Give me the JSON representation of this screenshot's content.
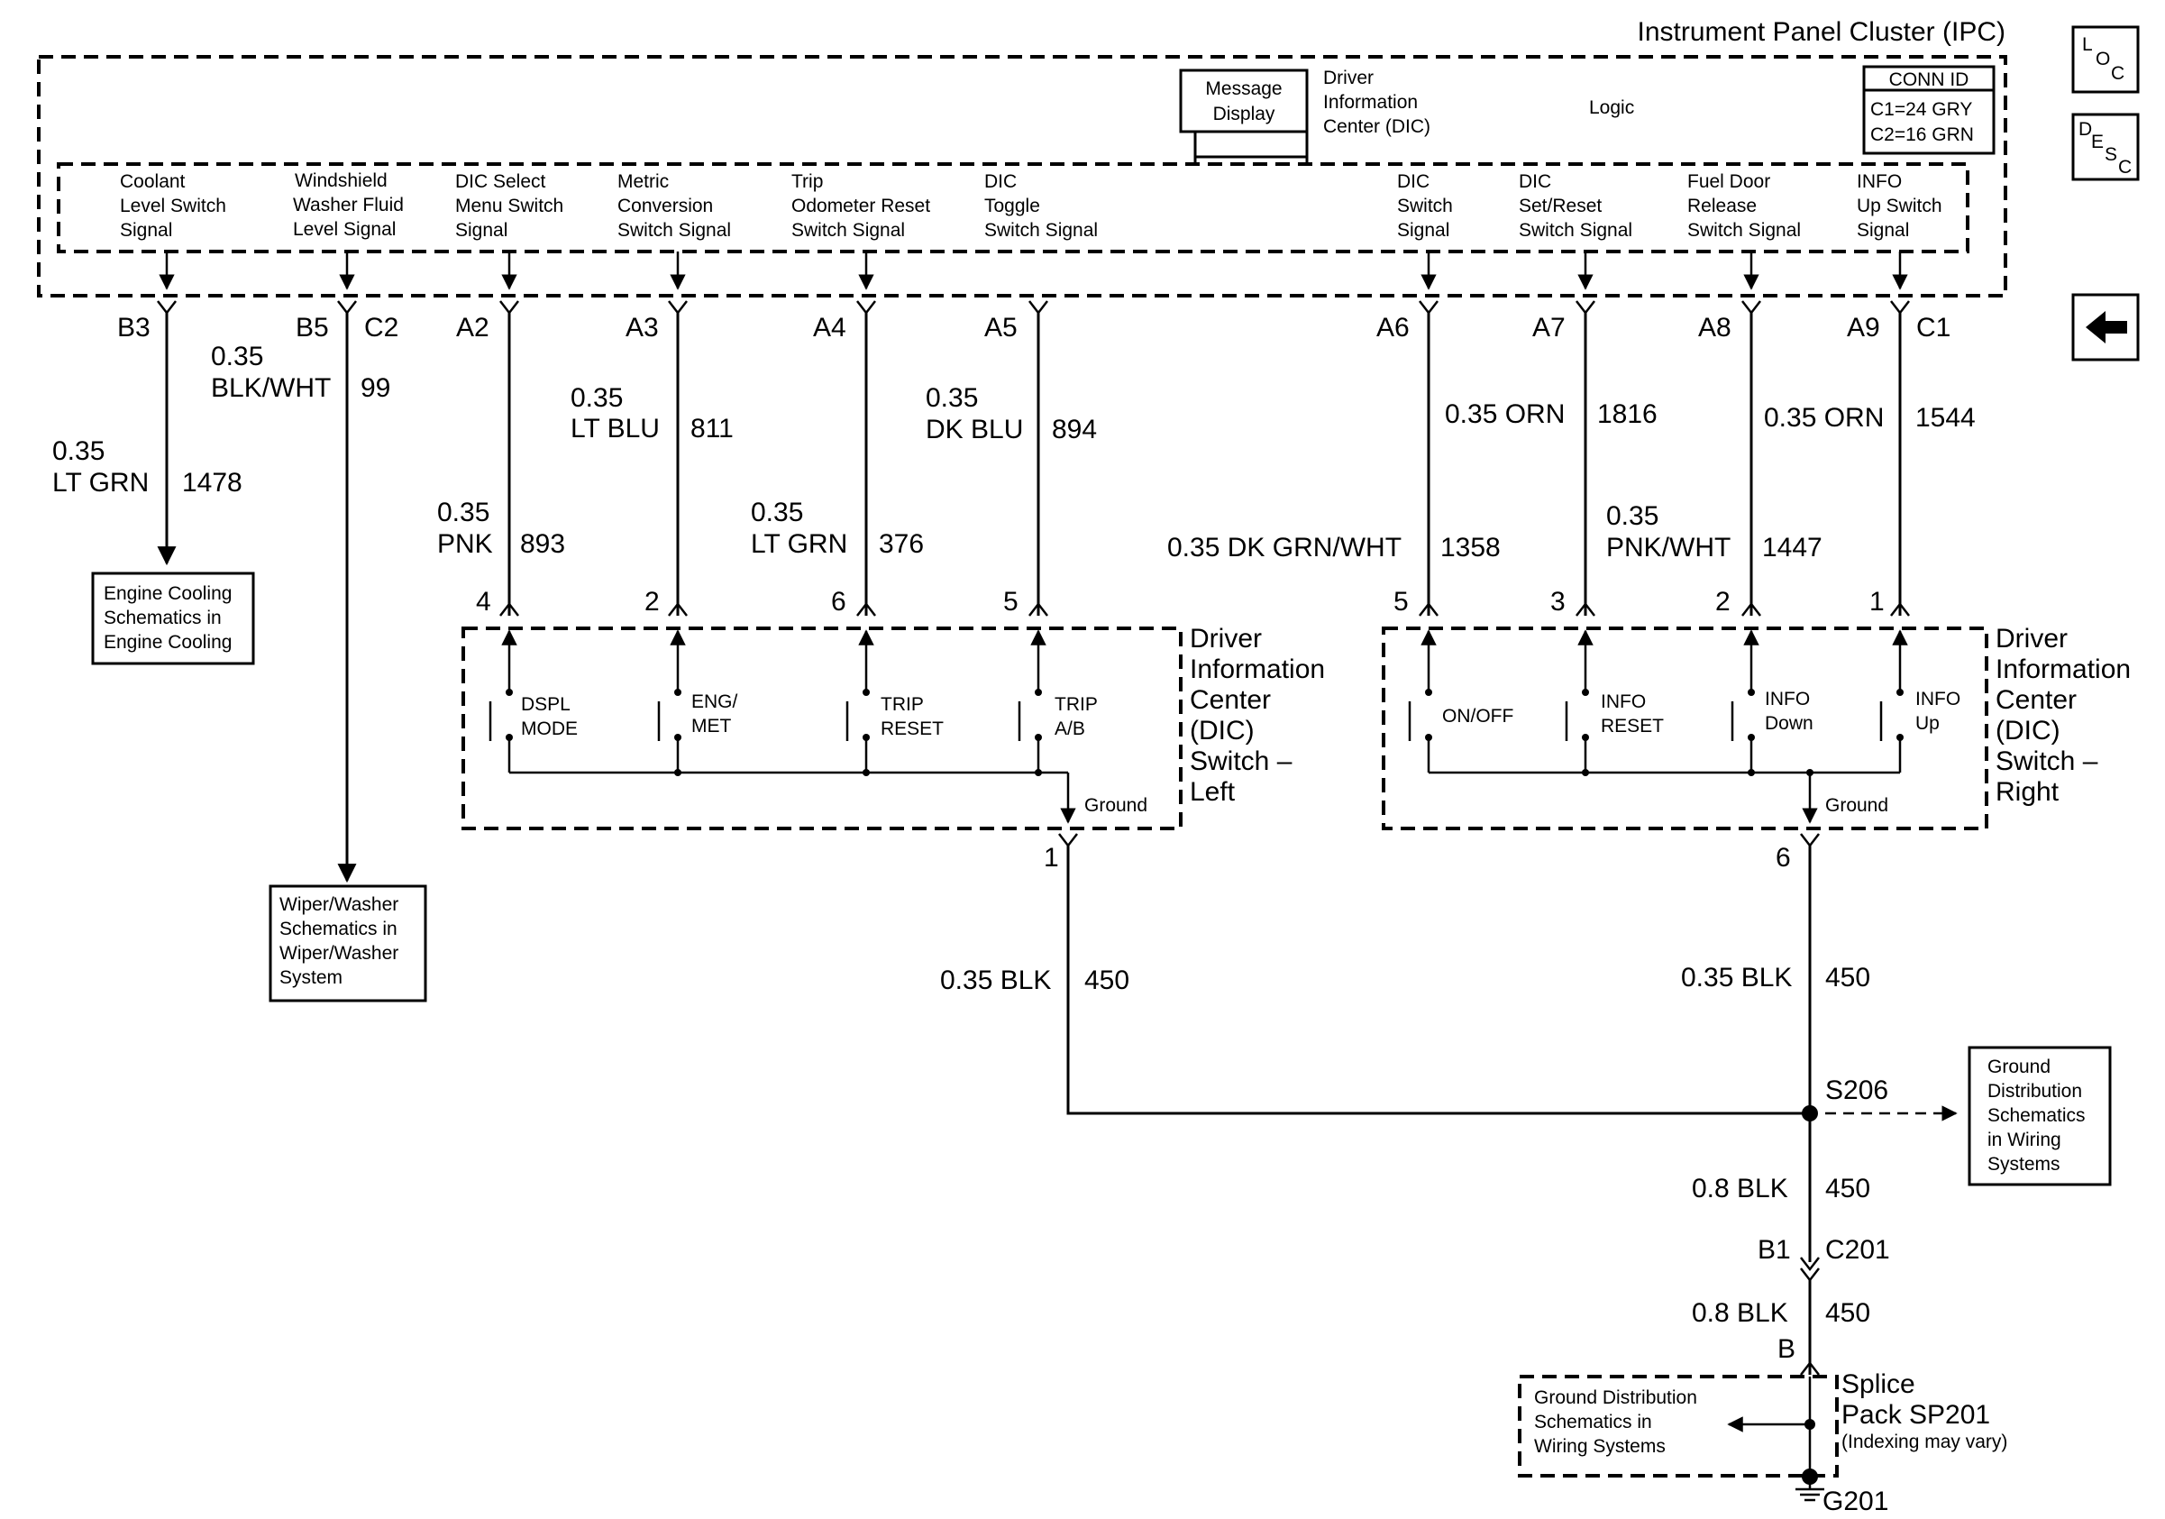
{
  "ipc": {
    "title": "Instrument Panel Cluster (IPC)",
    "message_display": [
      "Message",
      "Display"
    ],
    "dic_label": [
      "Driver",
      "Information",
      "Center (DIC)"
    ],
    "logic": "Logic",
    "conn_id": {
      "header": "CONN ID",
      "lines": [
        "C1=24 GRY",
        "C2=16 GRN"
      ]
    },
    "signals": [
      [
        "Coolant",
        "Level Switch",
        "Signal"
      ],
      [
        "Windshield",
        "Washer Fluid",
        "Level Signal"
      ],
      [
        "DIC Select",
        "Menu Switch",
        "Signal"
      ],
      [
        "Metric",
        "Conversion",
        "Switch Signal"
      ],
      [
        "Trip",
        "Odometer Reset",
        "Switch Signal"
      ],
      [
        "DIC",
        "Toggle",
        "Switch Signal"
      ],
      [
        "DIC",
        "Switch",
        "Signal"
      ],
      [
        "DIC",
        "Set/Reset",
        "Switch Signal"
      ],
      [
        "Fuel Door",
        "Release",
        "Switch Signal"
      ],
      [
        "INFO",
        "Up Switch",
        "Signal"
      ]
    ]
  },
  "nav": {
    "loc": [
      "L",
      "O",
      "C"
    ],
    "desc": [
      "D",
      "E",
      "S",
      "C"
    ],
    "back_icon": "left-arrow-icon"
  },
  "pins": {
    "b3": "B3",
    "b5": "B5",
    "c2": "C2",
    "a2": "A2",
    "a3": "A3",
    "a4": "A4",
    "a5": "A5",
    "a6": "A6",
    "a7": "A7",
    "a8": "A8",
    "a9": "A9",
    "c1": "C1"
  },
  "wires": {
    "w1478": {
      "size": "0.35",
      "color": "LT GRN",
      "circuit": "1478"
    },
    "w99": {
      "size": "0.35",
      "color": "BLK/WHT",
      "circuit": "99"
    },
    "w893": {
      "size": "0.35",
      "color": "PNK",
      "circuit": "893"
    },
    "w811": {
      "size": "0.35",
      "color": "LT BLU",
      "circuit": "811"
    },
    "w376": {
      "size": "0.35",
      "color": "LT GRN",
      "circuit": "376"
    },
    "w894": {
      "size": "0.35",
      "color": "DK BLU",
      "circuit": "894"
    },
    "w1358": {
      "label": "0.35 DK GRN/WHT",
      "circuit": "1358"
    },
    "w1816": {
      "label": "0.35 ORN",
      "circuit": "1816"
    },
    "w1447": {
      "size": "0.35",
      "color": "PNK/WHT",
      "circuit": "1447"
    },
    "w1544": {
      "label": "0.35 ORN",
      "circuit": "1544"
    },
    "w450_left": {
      "label": "0.35 BLK",
      "circuit": "450"
    },
    "w450_right": {
      "label": "0.35 BLK",
      "circuit": "450"
    },
    "w450_s206": {
      "label": "0.8 BLK",
      "circuit": "450"
    },
    "w450_c201": {
      "label": "0.8 BLK",
      "circuit": "450"
    }
  },
  "refs": {
    "engine_cooling": [
      "Engine Cooling",
      "Schematics in",
      "Engine Cooling"
    ],
    "wiper_washer": [
      "Wiper/Washer",
      "Schematics in",
      "Wiper/Washer",
      "System"
    ],
    "ground_dist_right": [
      "Ground",
      "Distribution",
      "Schematics",
      "in Wiring",
      "Systems"
    ],
    "ground_dist_splice": [
      "Ground Distribution",
      "Schematics in",
      "Wiring Systems"
    ]
  },
  "switch_left": {
    "title": [
      "Driver",
      "Information",
      "Center",
      "(DIC)",
      "Switch –",
      "Left"
    ],
    "pin_numbers": [
      "4",
      "2",
      "6",
      "5"
    ],
    "switches": [
      [
        "DSPL",
        "MODE"
      ],
      [
        "ENG/",
        "MET"
      ],
      [
        "TRIP",
        "RESET"
      ],
      [
        "TRIP",
        "A/B"
      ]
    ],
    "ground_label": "Ground",
    "ground_pin": "1"
  },
  "switch_right": {
    "title": [
      "Driver",
      "Information",
      "Center",
      "(DIC)",
      "Switch –",
      "Right"
    ],
    "pin_numbers": [
      "5",
      "3",
      "2",
      "1"
    ],
    "switches": [
      [
        "ON/OFF"
      ],
      [
        "INFO",
        "RESET"
      ],
      [
        "INFO",
        "Down"
      ],
      [
        "INFO",
        "Up"
      ]
    ],
    "ground_label": "Ground",
    "ground_pin": "6"
  },
  "splices": {
    "s206": "S206",
    "c201": "C201",
    "c201_pin": "B1",
    "splice_pin": "B",
    "splice_pack": [
      "Splice",
      "Pack SP201"
    ],
    "splice_note": "(Indexing may vary)",
    "g201": "G201"
  }
}
